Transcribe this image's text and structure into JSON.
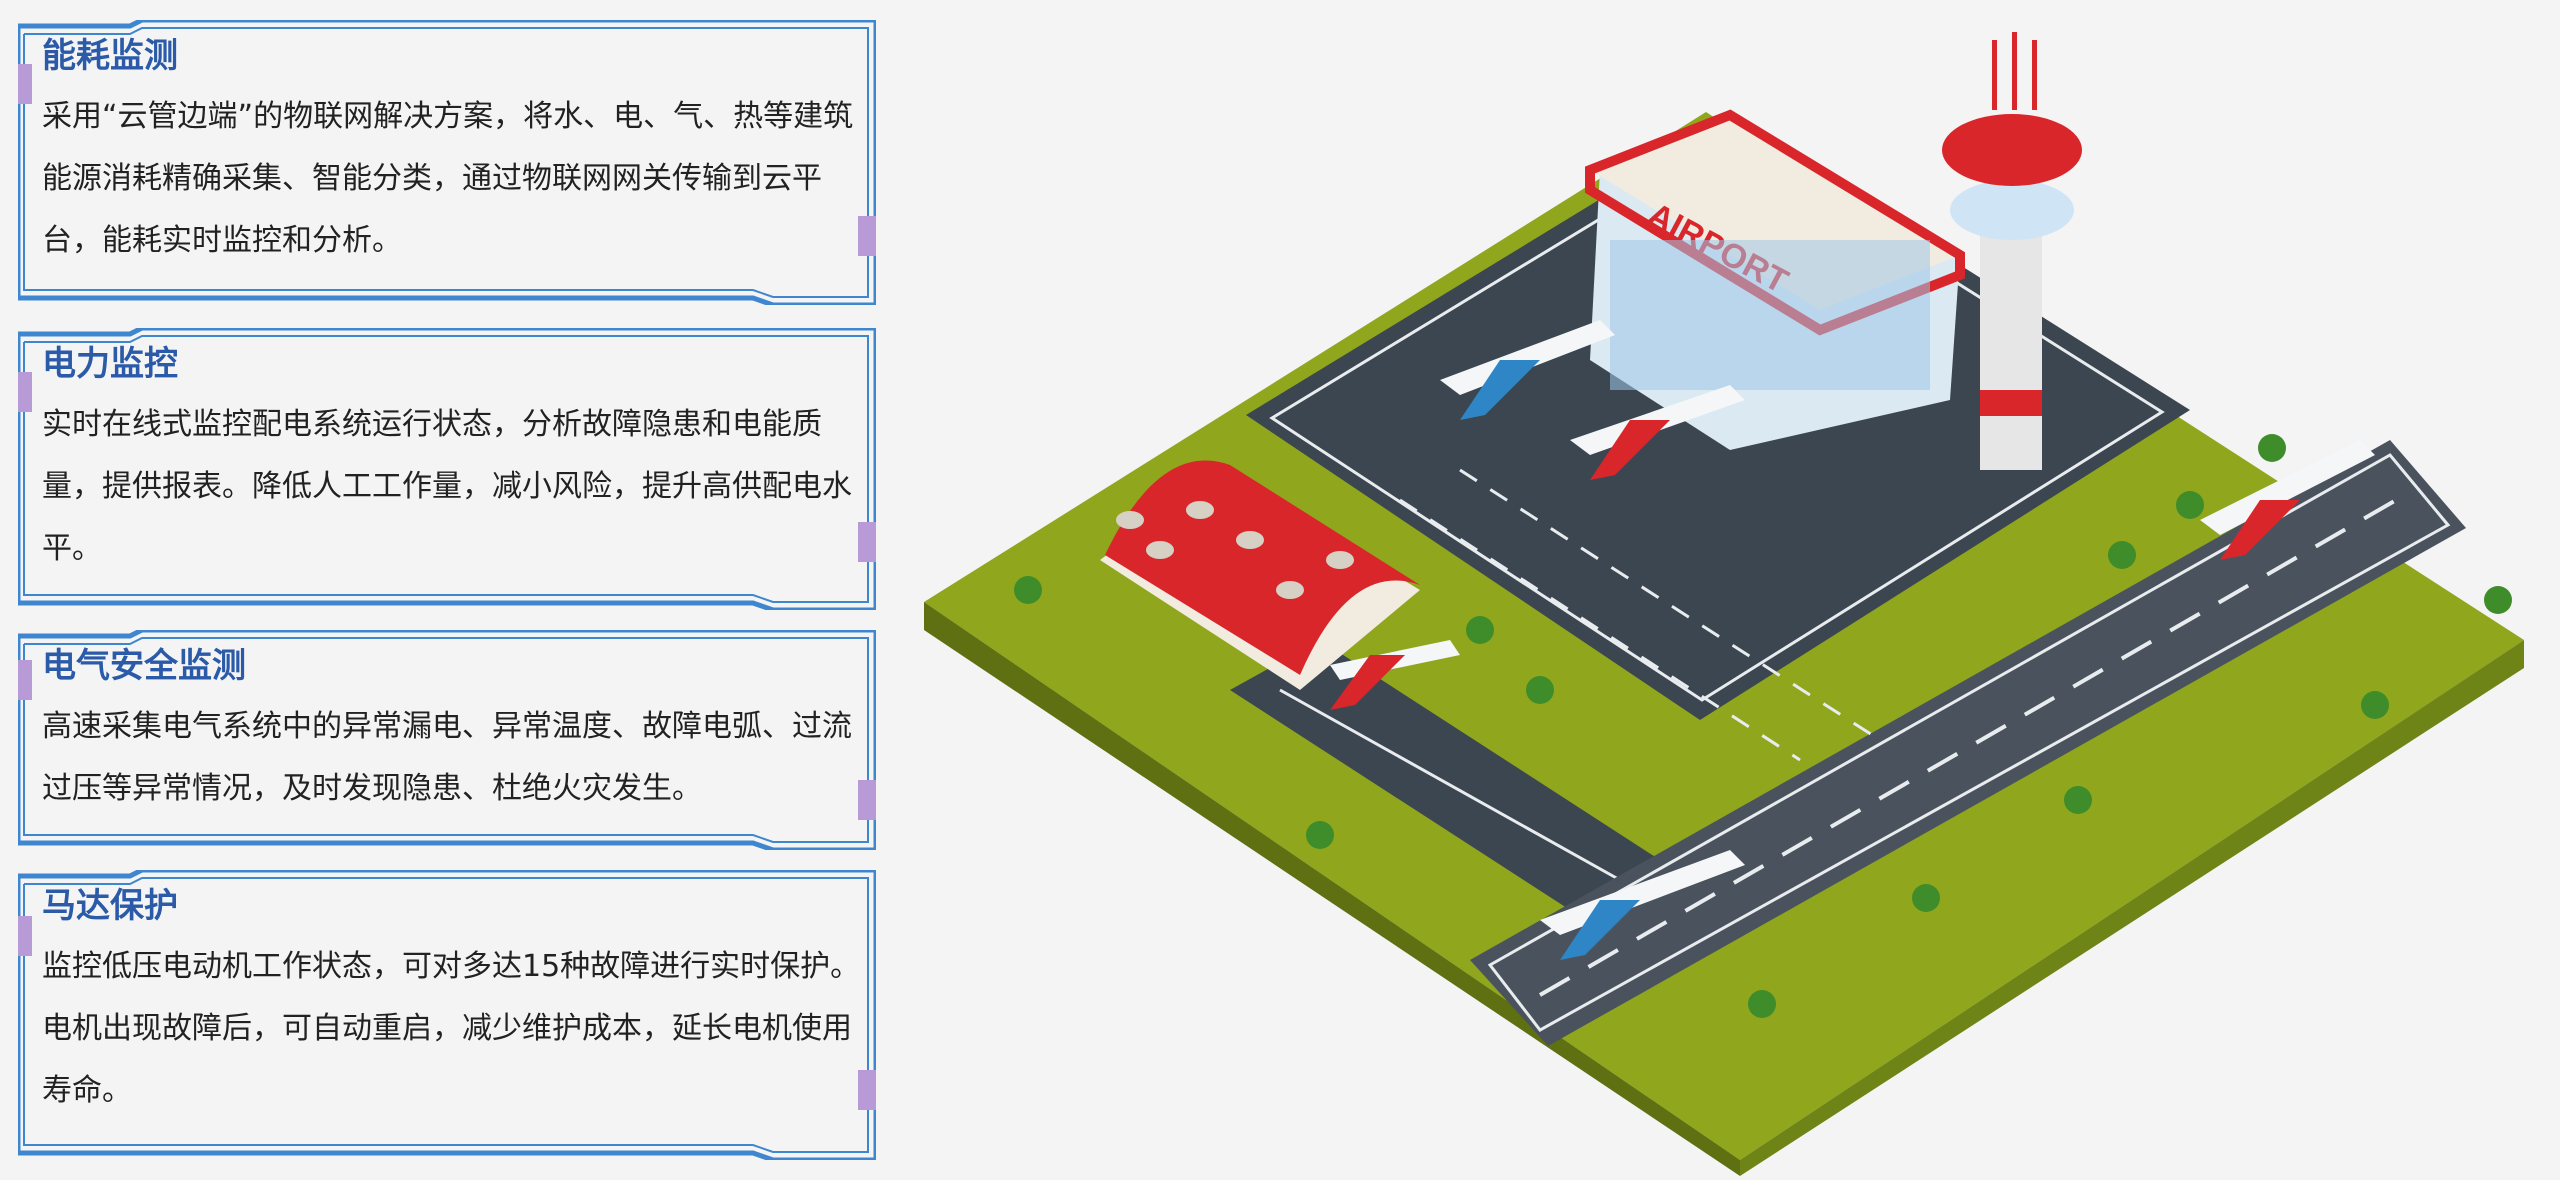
{
  "cards": [
    {
      "title": "能耗监测",
      "text": "采用“云管边端”的物联网解决方案，将水、电、气、热等建筑能源消耗精确采集、智能分类，通过物联网网关传输到云平台，能耗实时监控和分析。"
    },
    {
      "title": "电力监控",
      "text": "实时在线式监控配电系统运行状态，分析故障隐患和电能质量，提供报表。降低人工工作量，减小风险，提升高供配电水平。"
    },
    {
      "title": "电气安全监测",
      "text": "高速采集电气系统中的异常漏电、异常温度、故障电弧、过流过压等异常情况，及时发现隐患、杜绝火灾发生。"
    },
    {
      "title": "马达保护",
      "text": "监控低压电动机工作状态，可对多达15种故障进行实时保护。电机出现故障后，可自动重启，减少维护成本，延长电机使用寿命。"
    }
  ],
  "scene": {
    "sign_text": "AIRPORT",
    "colors": {
      "grass": "#8fa61d",
      "asphalt": "#3c4650",
      "roof_red": "#d9262b",
      "frame_blue": "#3f86d0",
      "tab_purple": "#b79ad6"
    }
  }
}
